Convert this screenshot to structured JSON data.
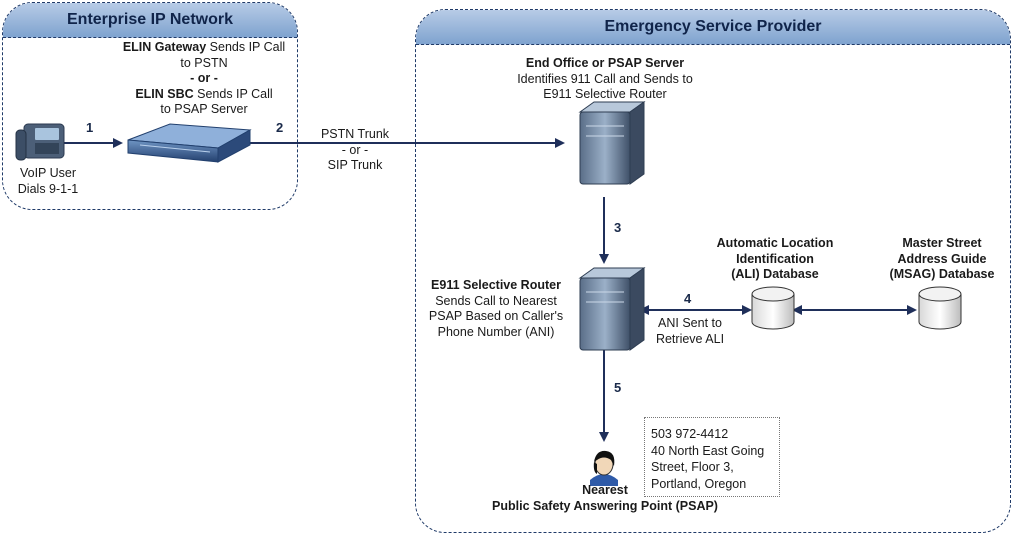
{
  "panels": {
    "enterprise_title": "Enterprise IP Network",
    "provider_title": "Emergency Service Provider"
  },
  "enterprise": {
    "gateway_strong": "ELIN Gateway",
    "gateway_rest": " Sends IP Call",
    "gateway_line2": "to PSTN",
    "or": "- or -",
    "sbc_strong": "ELIN SBC",
    "sbc_rest": " Sends IP Call",
    "sbc_line2": "to PSAP Server",
    "voip_line1": "VoIP User",
    "voip_line2": "Dials 9-1-1"
  },
  "trunk": {
    "line1": "PSTN Trunk",
    "line2": "- or -",
    "line3": "SIP Trunk"
  },
  "end_office": {
    "title": "End Office or PSAP Server",
    "line2": "Identifies 911 Call and Sends to",
    "line3": "E911 Selective Router"
  },
  "router": {
    "title": "E911 Selective Router",
    "line2": "Sends Call to Nearest",
    "line3": "PSAP Based on Caller's",
    "line4": "Phone Number (ANI)"
  },
  "ali": {
    "line1": "Automatic Location",
    "line2": "Identification",
    "line3": "(ALI) Database"
  },
  "msag": {
    "line1": "Master Street",
    "line2": "Address Guide",
    "line3": "(MSAG) Database"
  },
  "ani": {
    "line1": "ANI Sent to",
    "line2": "Retrieve ALI"
  },
  "steps": {
    "s1": "1",
    "s2": "2",
    "s3": "3",
    "s4": "4",
    "s5": "5"
  },
  "address": {
    "line1": "503 972-4412",
    "line2": "40 North East Going",
    "line3": "Street, Floor 3,",
    "line4": "Portland, Oregon"
  },
  "psap": {
    "line1": "Nearest",
    "line2": "Public Safety Answering Point (PSAP)"
  },
  "colors": {
    "arrow": "#1f2f5a",
    "header_top": "#b7cbe6",
    "header_bottom": "#7fa3cf",
    "border": "#1f3a68"
  },
  "icons": [
    "ip-phone-icon",
    "gateway-device-icon",
    "server-icon",
    "database-icon",
    "operator-icon"
  ]
}
